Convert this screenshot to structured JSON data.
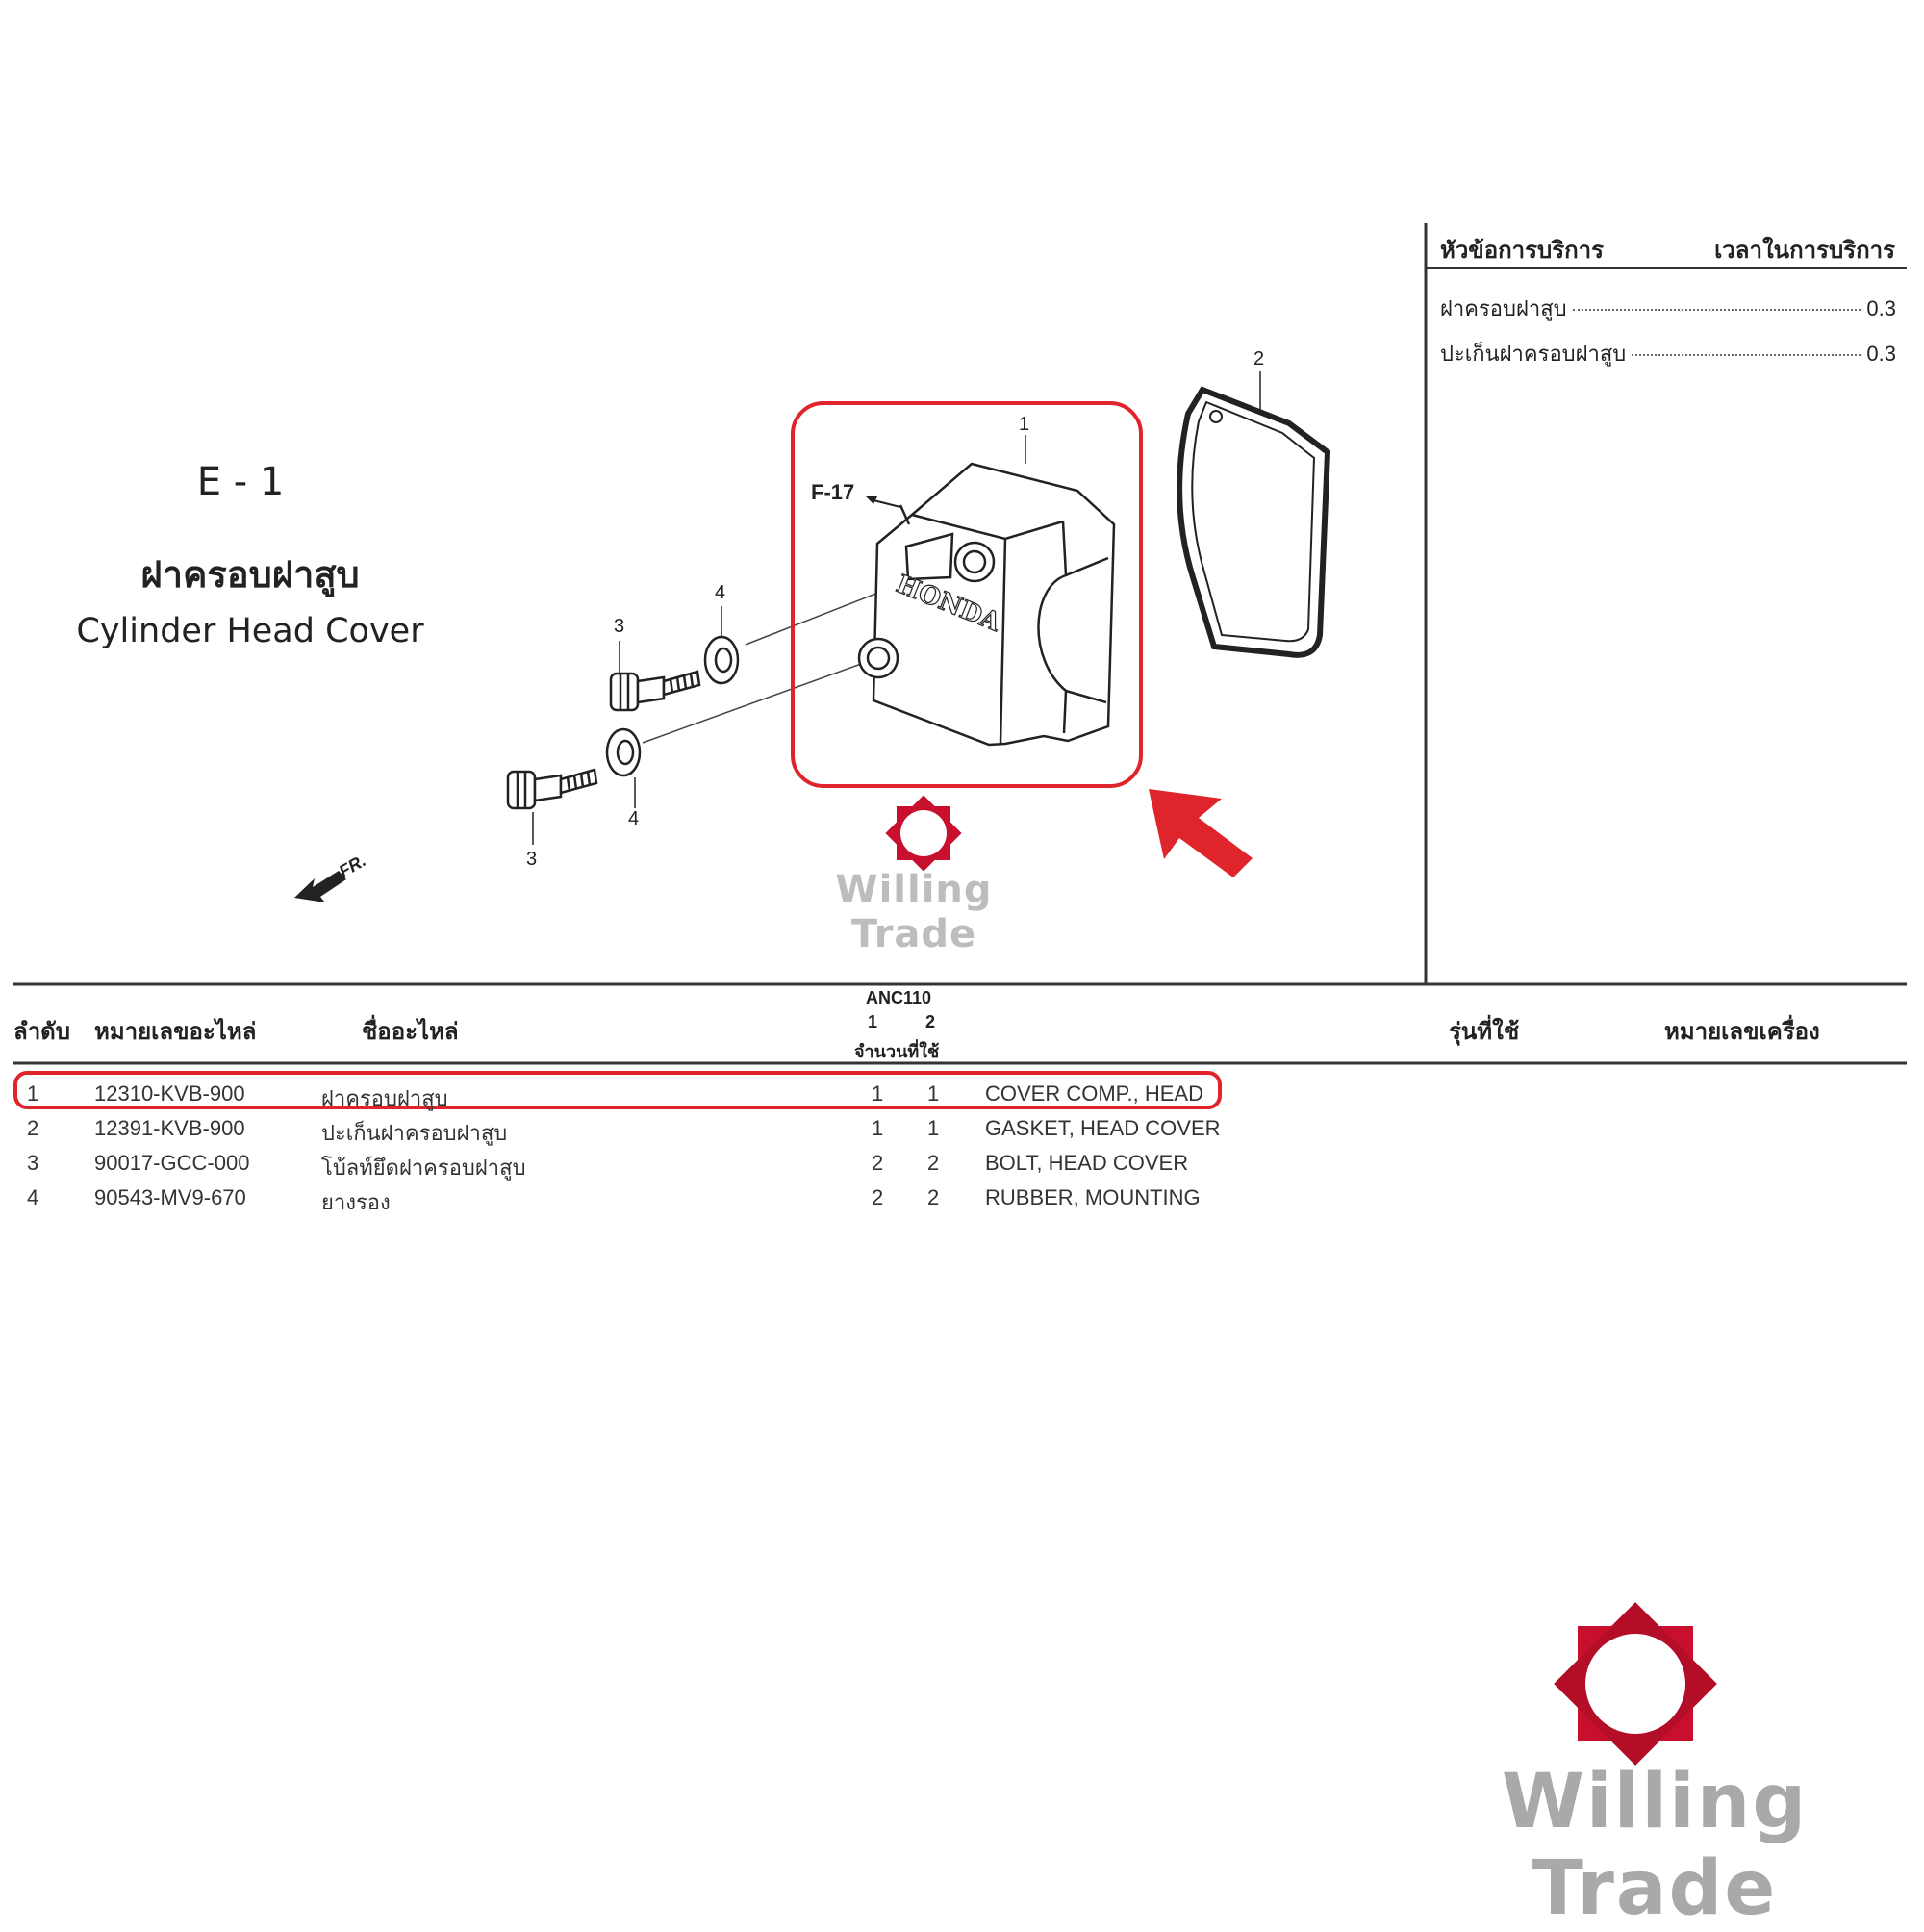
{
  "section": {
    "code": "E - 1",
    "title_th": "ฝาครอบฝาสูบ",
    "title_en": "Cylinder Head Cover"
  },
  "diagram": {
    "callouts": [
      "1",
      "2",
      "3",
      "4",
      "3",
      "4"
    ],
    "ref_label": "F-17",
    "direction_label": "FR.",
    "brand_text": "HONDA",
    "highlight_color": "#e0242b"
  },
  "service": {
    "header_left": "หัวข้อการบริการ",
    "header_right": "เวลาในการบริการ",
    "rows": [
      {
        "label": "ฝาครอบฝาสูบ",
        "time": "0.3"
      },
      {
        "label": "ปะเก็นฝาครอบฝาสูบ",
        "time": "0.3"
      }
    ]
  },
  "table": {
    "headers": {
      "no": "ลำดับ",
      "part_no": "หมายเลขอะไหล่",
      "name": "ชื่ออะไหล่",
      "model": "ANC110",
      "qty_col1": "1",
      "qty_col2": "2",
      "qty_label": "จำนวนที่ใช้",
      "used_model": "รุ่นที่ใช้",
      "engine_no": "หมายเลขเครื่อง"
    },
    "rows": [
      {
        "no": "1",
        "part_no": "12310-KVB-900",
        "name_th": "ฝาครอบฝาสูบ",
        "q1": "1",
        "q2": "1",
        "name_en": "COVER COMP., HEAD"
      },
      {
        "no": "2",
        "part_no": "12391-KVB-900",
        "name_th": "ปะเก็นฝาครอบฝาสูบ",
        "q1": "1",
        "q2": "1",
        "name_en": "GASKET, HEAD COVER"
      },
      {
        "no": "3",
        "part_no": "90017-GCC-000",
        "name_th": "โบ้ลท์ยึดฝาครอบฝาสูบ",
        "q1": "2",
        "q2": "2",
        "name_en": "BOLT, HEAD COVER"
      },
      {
        "no": "4",
        "part_no": "90543-MV9-670",
        "name_th": "ยางรอง",
        "q1": "2",
        "q2": "2",
        "name_en": "RUBBER, MOUNTING"
      }
    ]
  },
  "watermark": {
    "text": "Willing Trade",
    "logo_color": "#c8102e",
    "text_color": "#a9a9a9"
  }
}
